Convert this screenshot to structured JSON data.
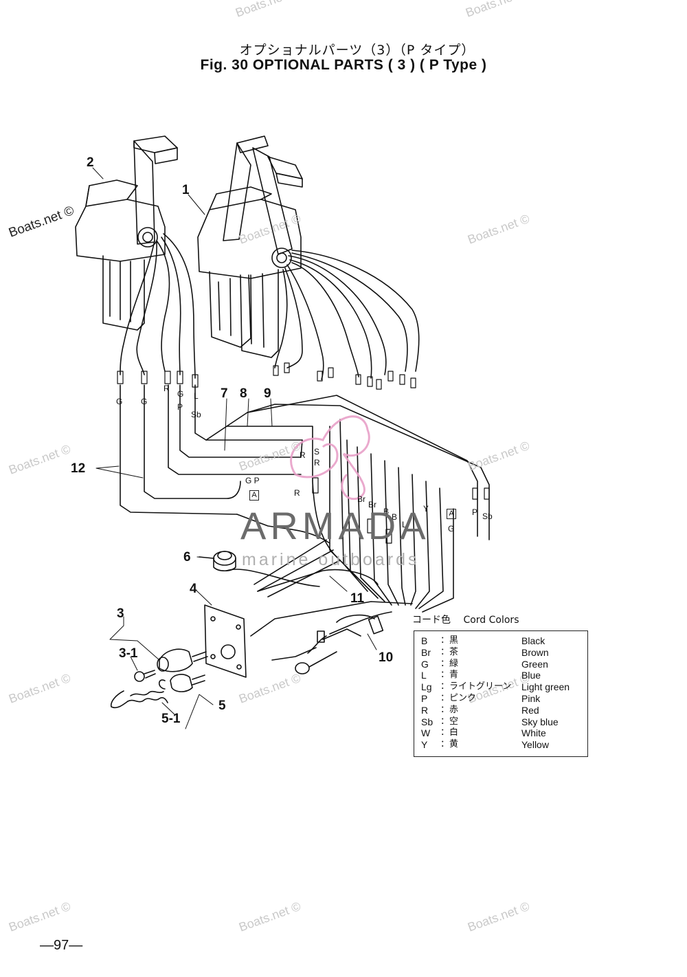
{
  "title": {
    "japanese": "オプショナルパーツ（3）（P  タイプ）",
    "english": "Fig. 30   OPTIONAL PARTS ( 3 ) ( P Type )"
  },
  "callouts": [
    "1",
    "2",
    "3",
    "3-1",
    "4",
    "5",
    "5-1",
    "6",
    "7",
    "8",
    "9",
    "10",
    "11",
    "12"
  ],
  "wire_labels": {
    "g1": "G",
    "g2": "G",
    "r1": "R",
    "g3": "G",
    "p1": "P",
    "l1": "L",
    "sb1": "Sb",
    "r2": "R",
    "s1": "S",
    "r3": "R",
    "r4": "R",
    "gp": "G P",
    "br1": "Br",
    "br2": "Br",
    "b1": "B",
    "b2": "B",
    "lg": "L",
    "y": "Y",
    "g4": "G",
    "p2": "P",
    "sb2": "Sb",
    "box_a1": "A",
    "box_a2": "A"
  },
  "legend": {
    "heading_jp": "コード色",
    "heading_en": "Cord Colors",
    "rows": [
      {
        "code": "B",
        "jp": "：黒",
        "en": "Black"
      },
      {
        "code": "Br",
        "jp": "：茶",
        "en": "Brown"
      },
      {
        "code": "G",
        "jp": "：緑",
        "en": "Green"
      },
      {
        "code": "L",
        "jp": "：青",
        "en": "Blue"
      },
      {
        "code": "Lg",
        "jp": "：ライトグリーン",
        "en": "Light green"
      },
      {
        "code": "P",
        "jp": "：ピンク",
        "en": "Pink"
      },
      {
        "code": "R",
        "jp": "：赤",
        "en": "Red"
      },
      {
        "code": "Sb",
        "jp": "：空",
        "en": "Sky blue"
      },
      {
        "code": "W",
        "jp": "：白",
        "en": "White"
      },
      {
        "code": "Y",
        "jp": "：黄",
        "en": "Yellow"
      }
    ]
  },
  "watermarks": {
    "boats": "Boats.net ©",
    "brand": "ARMADA",
    "brand_sub": "marine outboards"
  },
  "page_number": "—97—",
  "colors": {
    "ink": "#111111",
    "watermark": "#c9c9c9",
    "brand_logo": "#e8a0c8"
  }
}
